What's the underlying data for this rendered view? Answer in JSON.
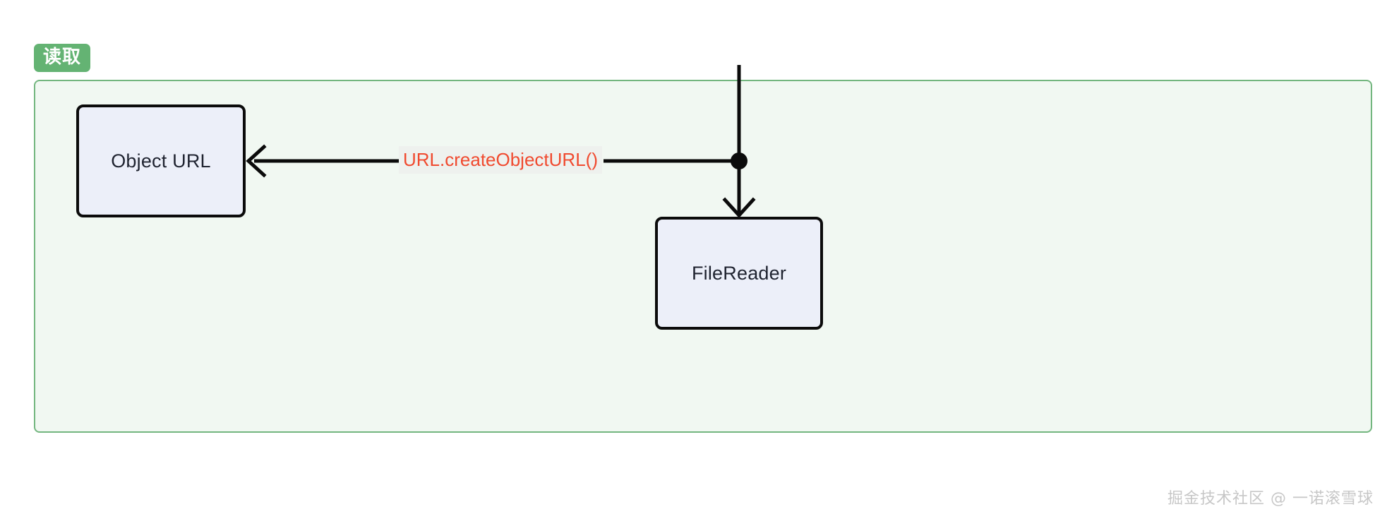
{
  "diagram": {
    "subgraph": {
      "label": "读取"
    },
    "nodes": [
      {
        "id": "object-url",
        "label": "Object URL"
      },
      {
        "id": "filereader",
        "label": "FileReader"
      }
    ],
    "edges": [
      {
        "id": "create-object-url",
        "label": "URL.createObjectURL()",
        "from": "junction",
        "to": "object-url"
      },
      {
        "id": "to-filereader",
        "label": "",
        "from": "junction",
        "to": "filereader"
      }
    ],
    "colors": {
      "subgraph_fill": "#f1f8f2",
      "subgraph_border": "#73b67f",
      "badge_fill": "#64b373",
      "badge_text": "#ffffff",
      "node_fill": "#eceff9",
      "node_border": "#0b0b0b",
      "node_text": "#1f2330",
      "edge_stroke": "#0b0b0b",
      "edge_label_text": "#f04a2f",
      "edge_label_fill": "#eef1ee",
      "page_background": "#ffffff",
      "watermark_text": "#c7c7c7"
    }
  },
  "watermark": {
    "text": "掘金技术社区 @ 一诺滚雪球"
  }
}
